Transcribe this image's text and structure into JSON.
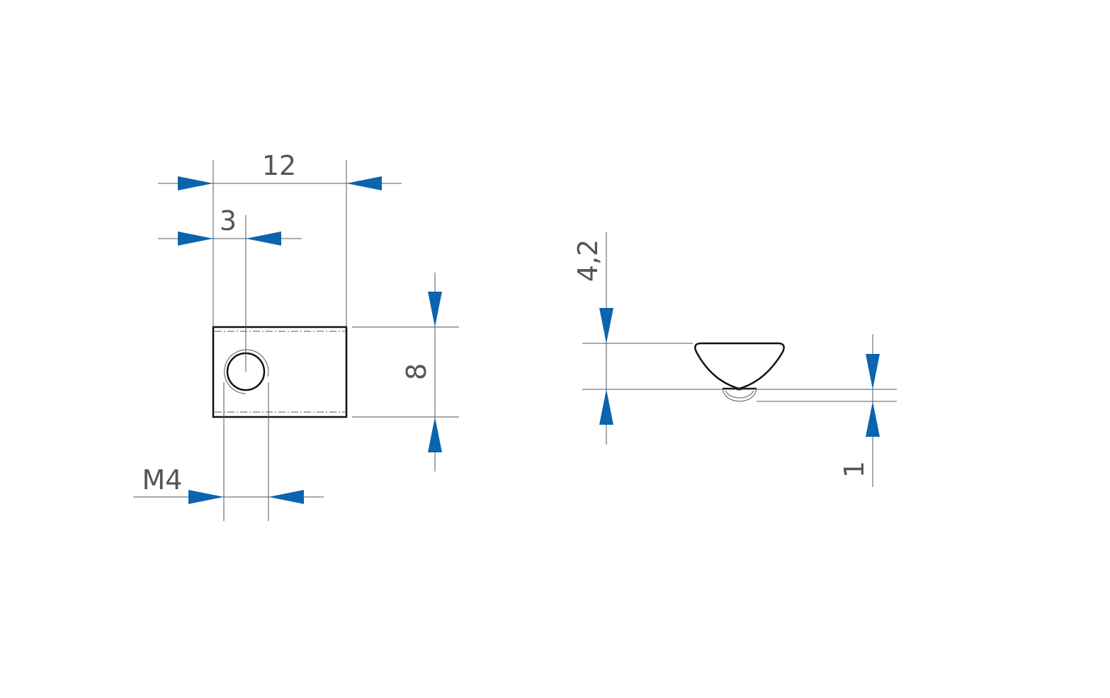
{
  "dimensions": {
    "width_overall": "12",
    "hole_offset": "3",
    "height_front": "8",
    "thread": "M4",
    "height_side": "4,2",
    "offset_side": "1"
  },
  "colors": {
    "arrow": "#0b64ad",
    "dim_line": "#555555",
    "outline": "#111111"
  }
}
